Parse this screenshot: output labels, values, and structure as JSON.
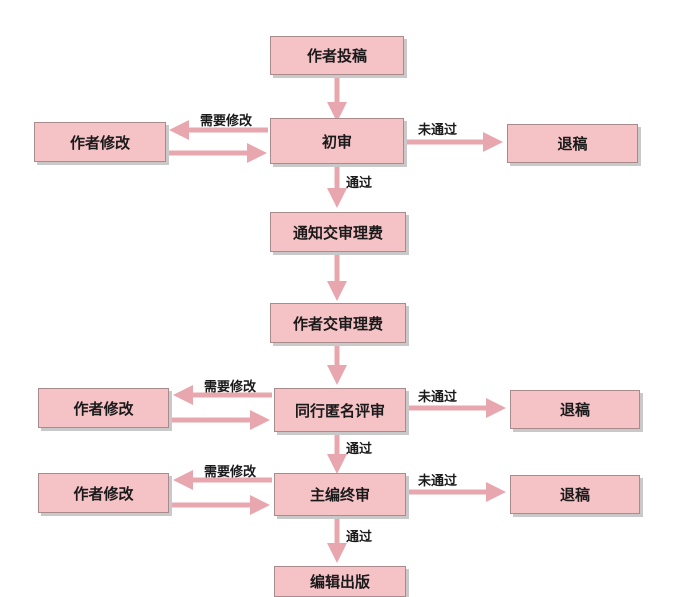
{
  "nodes": {
    "submit": "作者投稿",
    "initial_review": "初审",
    "author_revise_1": "作者修改",
    "reject_1": "退稿",
    "notify_fee": "通知交审理费",
    "pay_fee": "作者交审理费",
    "peer_review": "同行匿名评审",
    "author_revise_2": "作者修改",
    "reject_2": "退稿",
    "final_review": "主编终审",
    "author_revise_3": "作者修改",
    "reject_3": "退稿",
    "publish": "编辑出版"
  },
  "labels": {
    "need_revision": "需要修改",
    "not_passed": "未通过",
    "passed": "通过"
  },
  "colors": {
    "box_fill": "#f5c2c6",
    "box_border": "#a98a8d",
    "arrow": "#e8a7ae"
  }
}
